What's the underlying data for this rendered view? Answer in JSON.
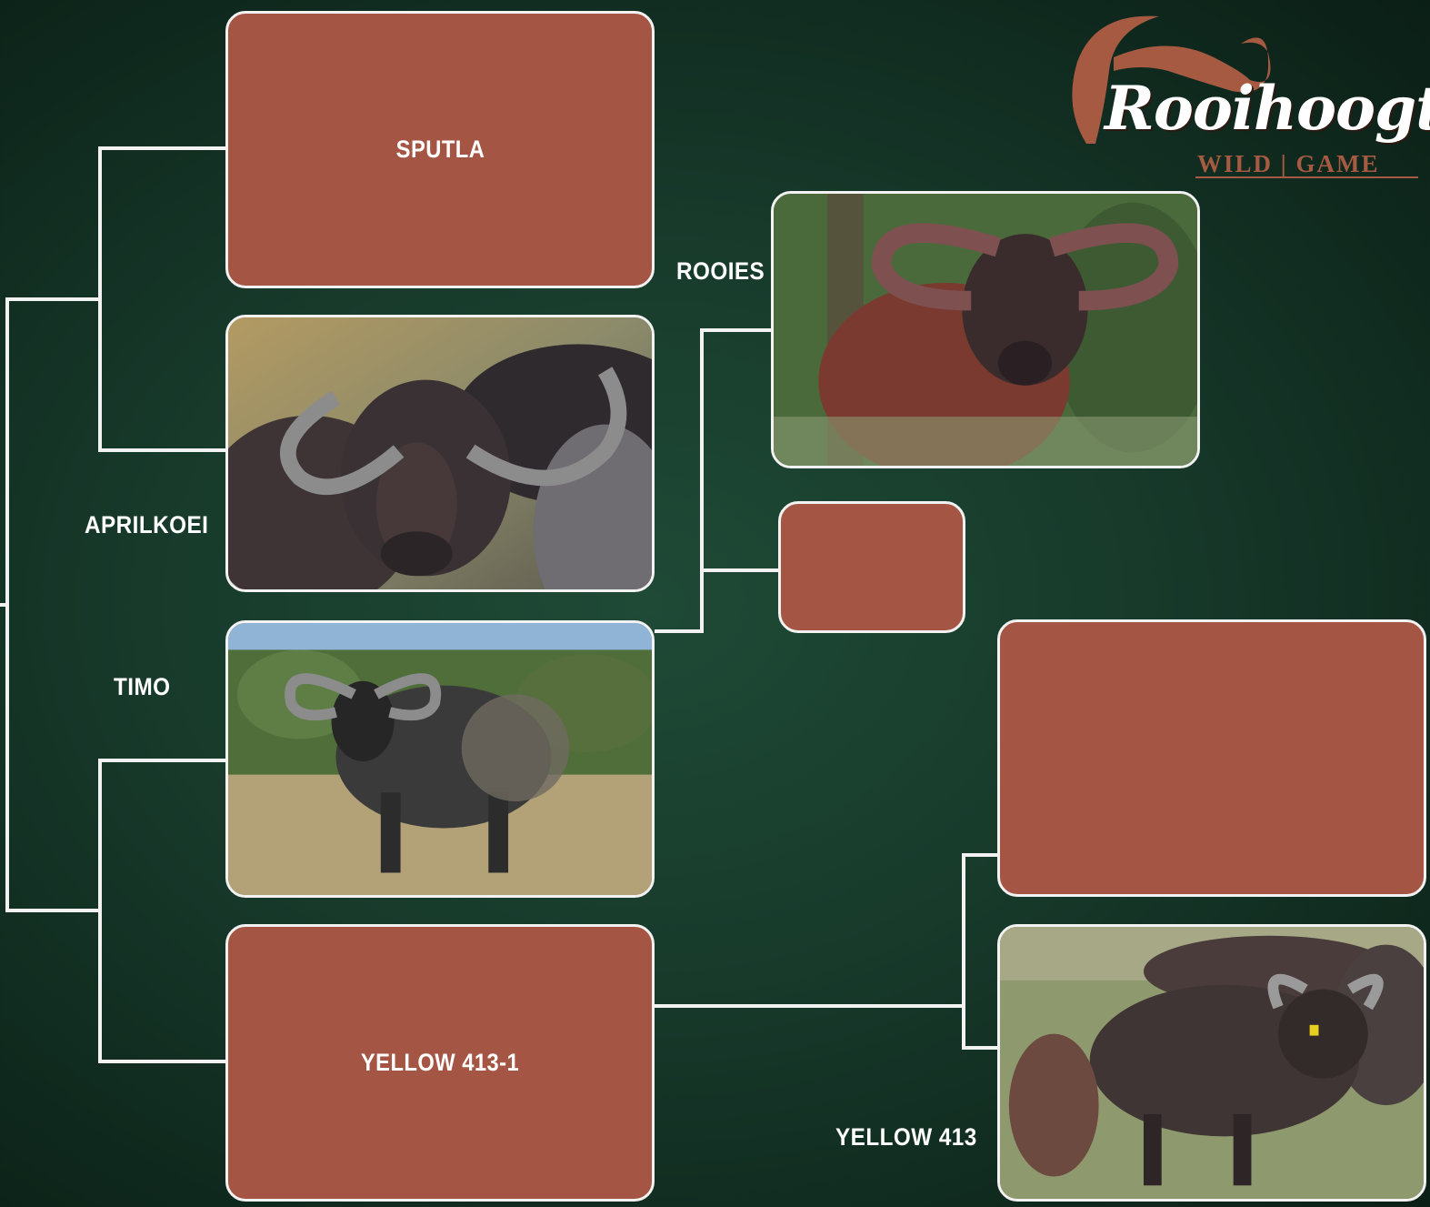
{
  "logo": {
    "script": "Rooihoogte",
    "subtitle": "WILD | GAME",
    "colors": {
      "script": "#ffffff",
      "accent": "#a65a42"
    }
  },
  "pedigree": {
    "sire_box": {
      "label": "SPUTLA"
    },
    "photo_aprilkoei": {
      "label": "APRILKOEI"
    },
    "photo_rooies": {
      "label": "ROOIES"
    },
    "empty_mid_box": {
      "label": ""
    },
    "photo_timo": {
      "label": "TIMO"
    },
    "dam_box": {
      "label": "YELLOW 413-1"
    },
    "empty_right_box": {
      "label": ""
    },
    "photo_yellow413": {
      "label": "YELLOW 413"
    }
  },
  "colors": {
    "background": "#173a2b",
    "box_fill": "#a55544",
    "box_border": "#f2f2f2",
    "connector": "#f2f2f2",
    "label_text": "#ffffff"
  }
}
